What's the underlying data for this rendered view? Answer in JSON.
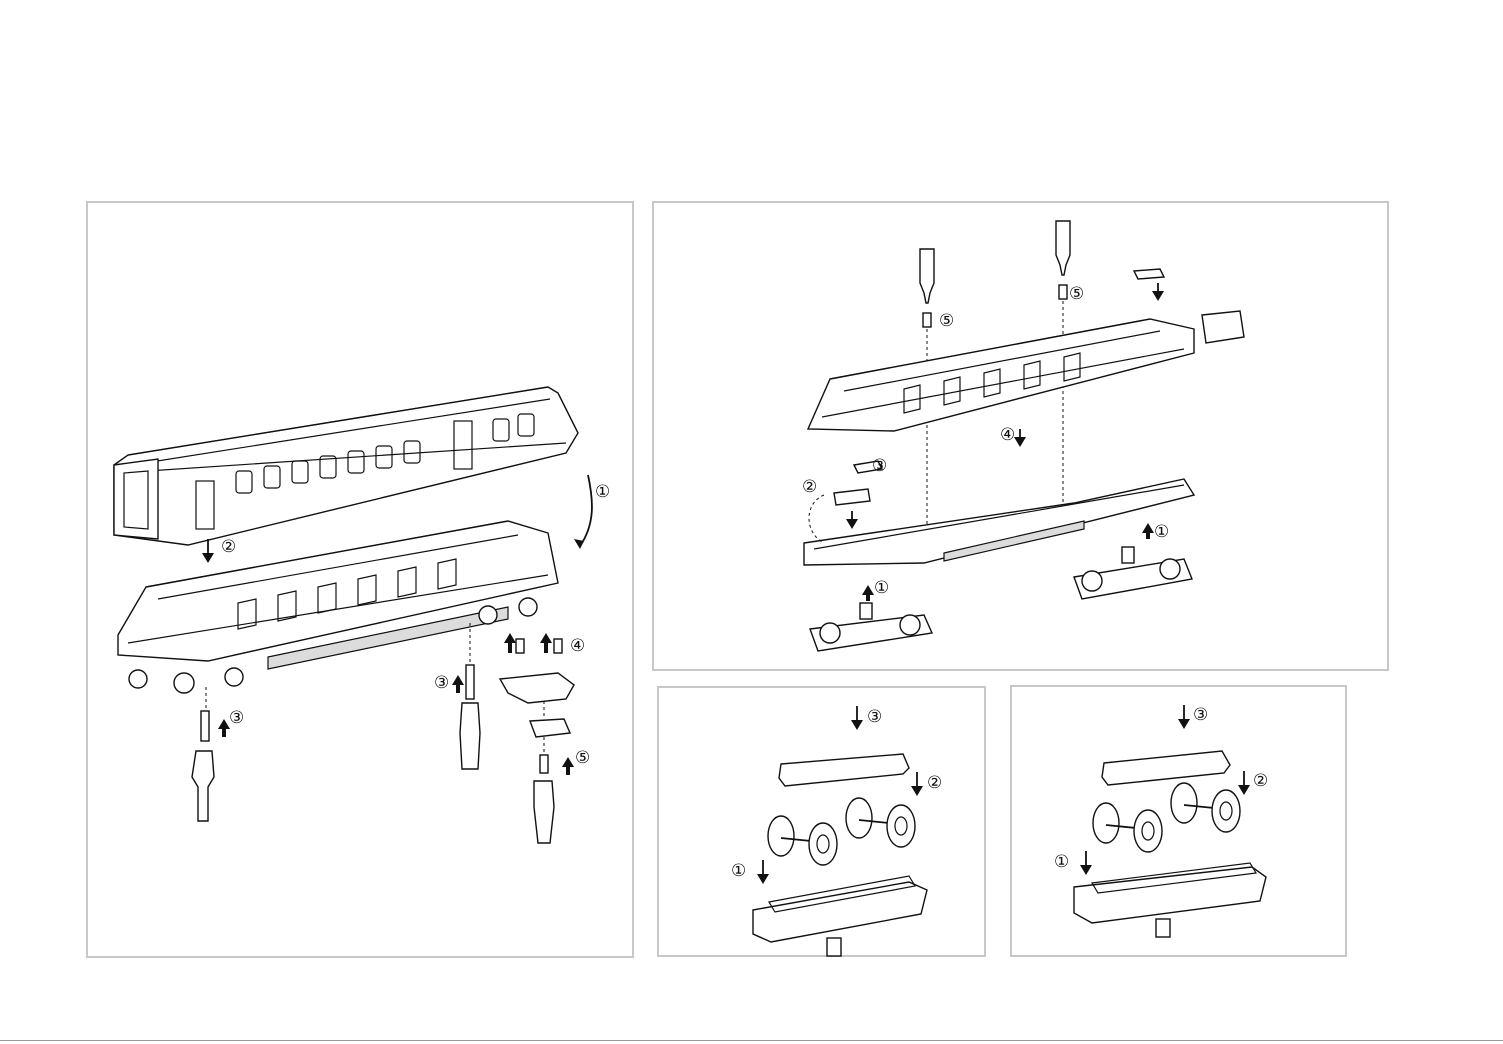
{
  "panel1": {
    "steps": {
      "s1": "①",
      "s2": "②",
      "s3a": "③",
      "s3b": "③",
      "s4": "④",
      "s5": "⑤"
    }
  },
  "panel2": {
    "steps": {
      "s1a": "①",
      "s1b": "①",
      "s2": "②",
      "s3": "③",
      "s4": "④",
      "s5a": "⑤",
      "s5b": "⑤"
    }
  },
  "panel3": {
    "steps": {
      "s1": "①",
      "s2": "②",
      "s3": "③"
    }
  },
  "panel4": {
    "steps": {
      "s1": "①",
      "s2": "②",
      "s3": "③"
    }
  },
  "colors": {
    "line": "#111111",
    "panel_border": "#c8c8c8",
    "shade": "#dcdcdc"
  }
}
